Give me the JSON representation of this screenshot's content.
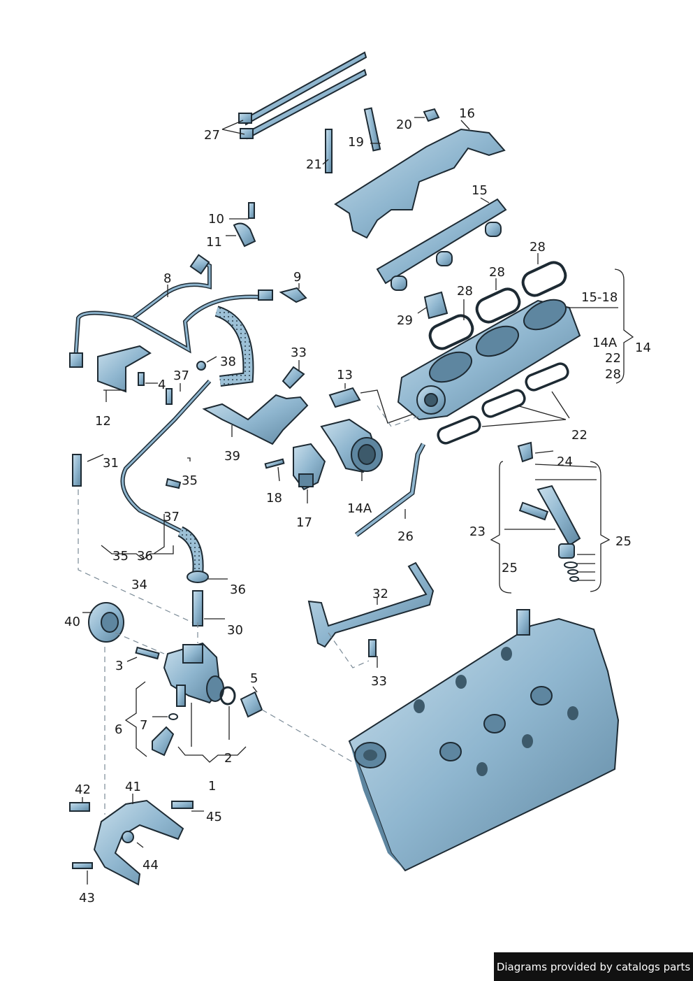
{
  "labels": {
    "l27": "27",
    "l16": "16",
    "l20": "20",
    "l19": "19",
    "l21": "21",
    "l15": "15",
    "l10": "10",
    "l11": "11",
    "l28a": "28",
    "l9": "9",
    "l8": "8",
    "l28b": "28",
    "l28c": "28",
    "l15_18": "15-18",
    "l29": "29",
    "l14a_r": "14A",
    "l22_r": "22",
    "l28_r": "28",
    "l14": "14",
    "l33a": "33",
    "l38": "38",
    "l37a": "37",
    "l4": "4",
    "l12": "12",
    "l13": "13",
    "l39": "39",
    "l22b": "22",
    "l24": "24",
    "l31": "31",
    "l35a": "35",
    "l18": "18",
    "l14a_b": "14A",
    "l17": "17",
    "l26": "26",
    "l23": "23",
    "l25a": "25",
    "l37b": "37",
    "l35b": "35",
    "l36a": "36",
    "l25b": "25",
    "l34": "34",
    "l36b": "36",
    "l32": "32",
    "l40": "40",
    "l30": "30",
    "l3": "3",
    "l33b": "33",
    "l5": "5",
    "l6": "6",
    "l7": "7",
    "l2": "2",
    "l1": "1",
    "l42": "42",
    "l41": "41",
    "l45": "45",
    "l44": "44",
    "l43": "43"
  },
  "credit": "Diagrams provided by catalogs parts",
  "colors": {
    "part_fill": "#8fb6cf",
    "part_dark": "#5e86a0",
    "line": "#1d2a33",
    "credit_bg": "#111111"
  }
}
